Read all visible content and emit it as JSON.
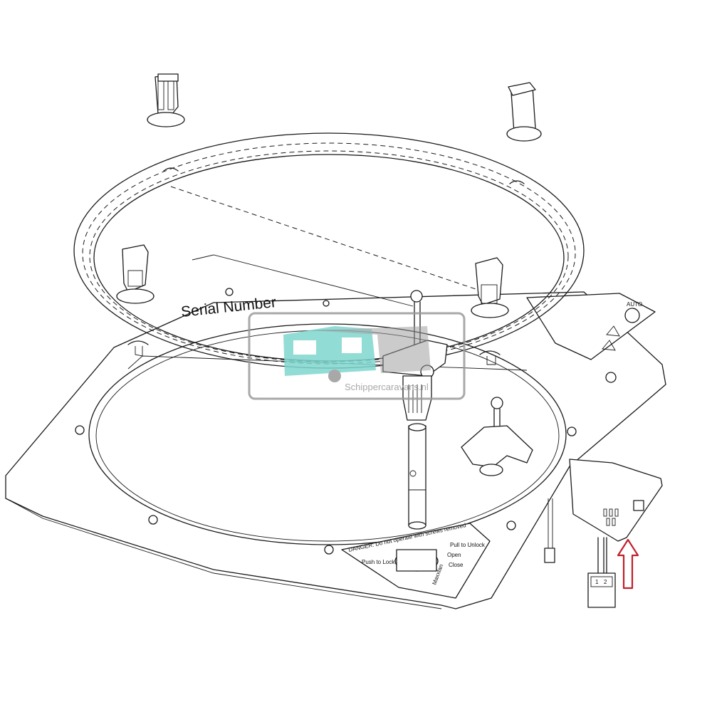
{
  "labels": {
    "serial_number": "Serial Number",
    "watermark": "Schippercaravans.nl",
    "danger_text": "DANGER: Do not operate with screws removed",
    "push_to_lock": "Push to Lock",
    "pull_to_unlock": "Pull to Unlock",
    "open": "Open",
    "close": "Close",
    "brand": "Maxxfan",
    "pin_1": "1",
    "pin_2": "2",
    "board_label": "AUTO"
  },
  "colors": {
    "line": "#1a1a1a",
    "arrow": "#c0202a",
    "watermark_teal": "#7fd6d0",
    "watermark_gray": "#9a9a9a"
  },
  "icons": [
    "watermark-caravan-icon",
    "red-arrow-icon",
    "warning-triangle-icon"
  ]
}
